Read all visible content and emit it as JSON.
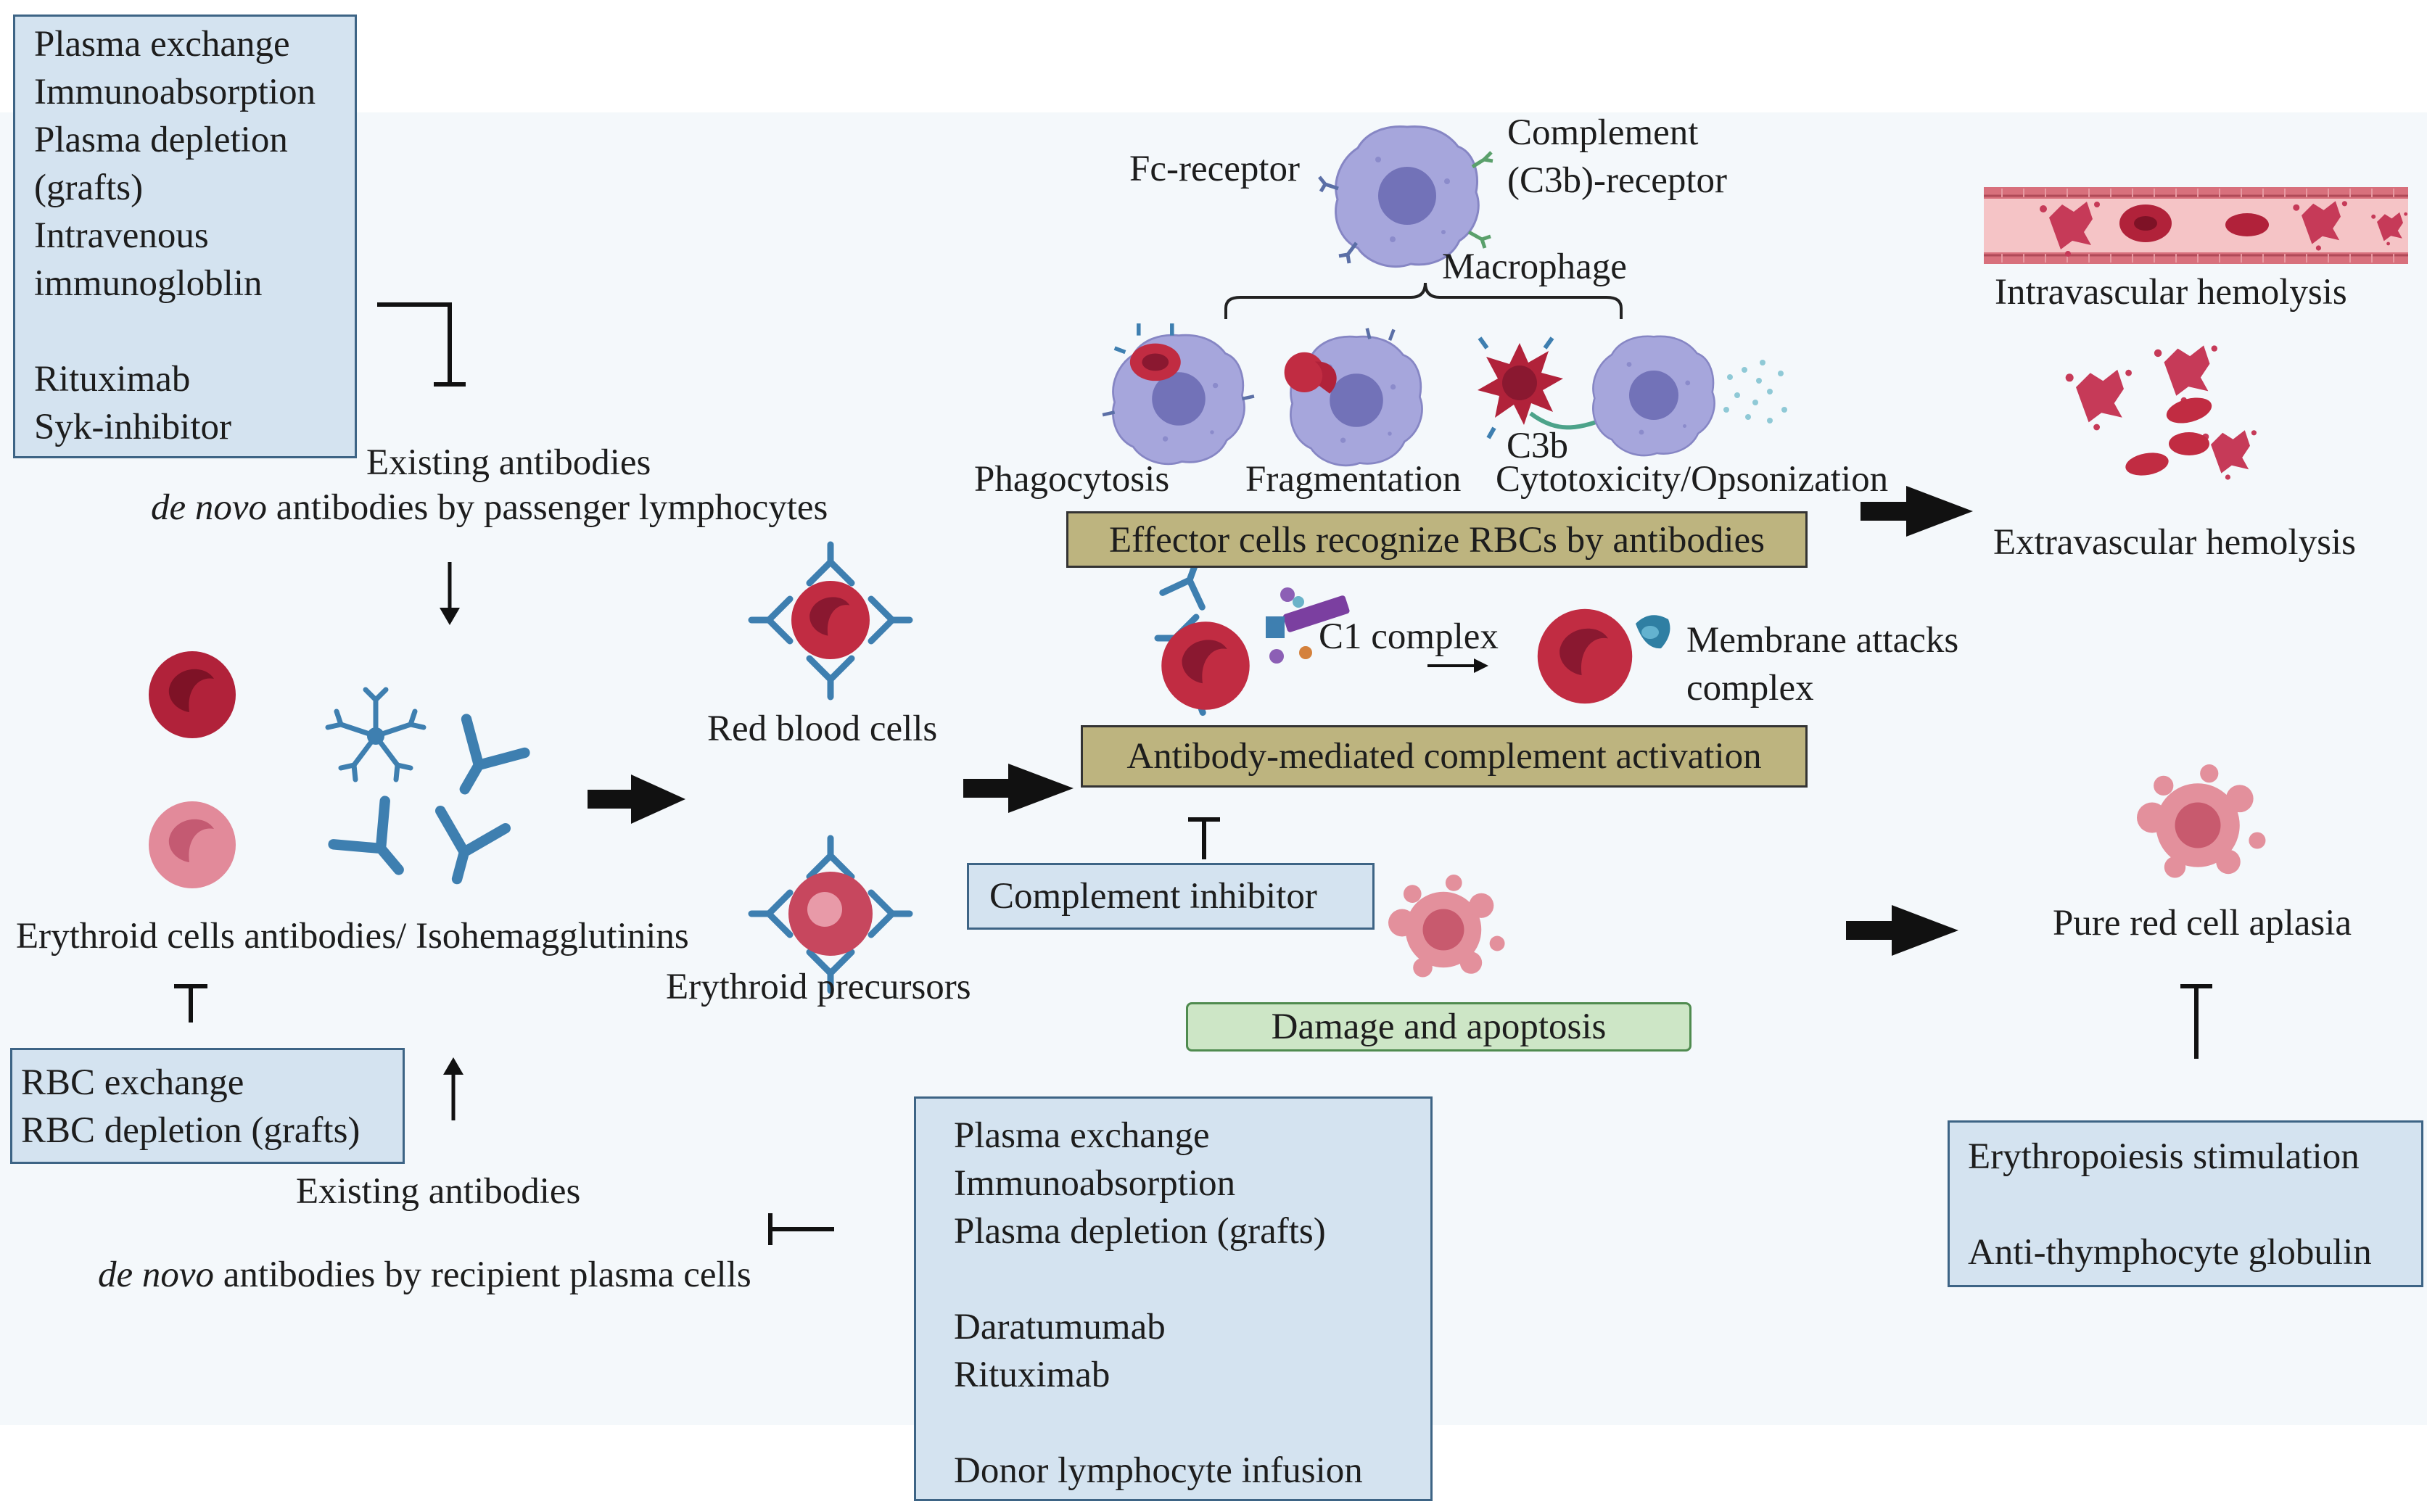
{
  "boxes": {
    "top_left": [
      "Plasma exchange",
      "Immunoabsorption",
      "Plasma depletion",
      "(grafts)",
      "Intravenous",
      "immunogloblin",
      "",
      "Rituximab",
      "Syk-inhibitor"
    ],
    "rbc_removal": [
      "RBC exchange",
      "RBC depletion (grafts)"
    ],
    "bottom_center": [
      "Plasma exchange",
      "Immunoabsorption",
      "Plasma depletion (grafts)",
      "",
      "Daratumumab",
      "Rituximab",
      "",
      "Donor lymphocyte infusion"
    ],
    "bottom_right": [
      "Erythropoiesis stimulation",
      "",
      "Anti-thymphocyte globulin"
    ],
    "complement_inhibitor": "Complement inhibitor"
  },
  "labels": {
    "existing_antibodies_top": "Existing antibodies",
    "de_novo_top_italic": "de novo",
    "de_novo_top_rest": " antibodies by passenger lymphocytes",
    "erythroid_antibodies": "Erythroid cells antibodies/ Isohemagglutinins",
    "existing_antibodies_bottom": "Existing antibodies",
    "de_novo_bottom_italic": "de novo",
    "de_novo_bottom_rest": " antibodies by recipient plasma cells",
    "red_blood_cells": "Red blood cells",
    "erythroid_precursors": "Erythroid precursors",
    "fc_receptor": "Fc-receptor",
    "complement_receptor_1": "Complement",
    "complement_receptor_2": "(C3b)-receptor",
    "macrophage": "Macrophage",
    "phagocytosis": "Phagocytosis",
    "fragmentation": "Fragmentation",
    "c3b": "C3b",
    "cytotoxicity": "Cytotoxicity/Opsonization",
    "effector_bar": "Effector cells recognize RBCs by antibodies",
    "c1_complex": "C1 complex",
    "mac_1": "Membrane attacks",
    "mac_2": "complex",
    "complement_bar": "Antibody-mediated complement activation",
    "damage_bar": "Damage and apoptosis",
    "intravascular": "Intravascular hemolysis",
    "extravascular": "Extravascular hemolysis",
    "pure_red_cell_aplasia": "Pure red cell aplasia"
  },
  "colors": {
    "box_fill": "#d4e3f0",
    "box_border": "#3d6485",
    "bar_olive": "#bdb47f",
    "bar_green": "#cde6c6",
    "rbc_dark": "#b1223a",
    "rbc_light": "#e28a9a",
    "antibody": "#3e7fb0",
    "macrophage": "#a6a6dc",
    "background": "#f4f8fb"
  },
  "icons": [
    "rbc-icon",
    "antibody-icon",
    "macrophage-icon",
    "blood-vessel-icon",
    "c1-complex-icon",
    "mac-icon",
    "apoptotic-cell-icon"
  ]
}
